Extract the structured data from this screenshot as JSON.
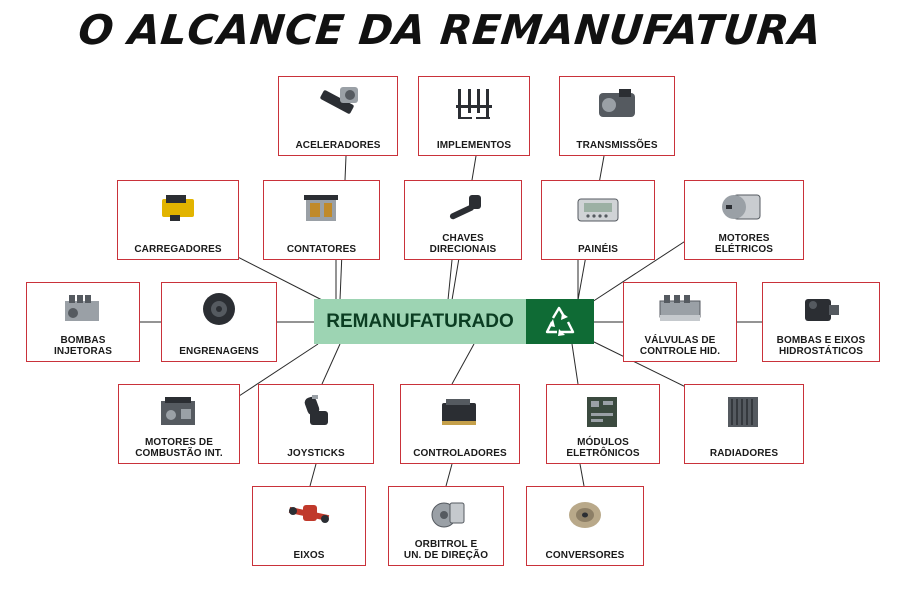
{
  "title": "O ALCANCE DA REMANUFATURA",
  "hub": {
    "label": "REMANUFATURADO",
    "icon": "recycle-icon"
  },
  "colors": {
    "border": "#c9323a",
    "hub_light": "#9dd4b3",
    "hub_dark": "#0f6b35",
    "title": "#111111"
  },
  "items": [
    {
      "id": "aceleradores",
      "label": "ACELERADORES",
      "icon": "accelerator-pedal-icon"
    },
    {
      "id": "implementos",
      "label": "IMPLEMENTOS",
      "icon": "forklift-fork-icon"
    },
    {
      "id": "transmissoes",
      "label": "TRANSMISSÕES",
      "icon": "transmission-icon"
    },
    {
      "id": "carregadores",
      "label": "CARREGADORES",
      "icon": "charger-icon"
    },
    {
      "id": "contatores",
      "label": "CONTATORES",
      "icon": "contactor-icon"
    },
    {
      "id": "chaves-direcionais",
      "label": "CHAVES\nDIRECIONAIS",
      "icon": "directional-switch-icon"
    },
    {
      "id": "paineis",
      "label": "PAINÉIS",
      "icon": "display-panel-icon"
    },
    {
      "id": "motores-eletricos",
      "label": "MOTORES\nELÉTRICOS",
      "icon": "electric-motor-icon"
    },
    {
      "id": "bombas-injetoras",
      "label": "BOMBAS\nINJETORAS",
      "icon": "injection-pump-icon"
    },
    {
      "id": "engrenagens",
      "label": "ENGRENAGENS",
      "icon": "gear-icon"
    },
    {
      "id": "valvulas",
      "label": "VÁLVULAS DE\nCONTROLE HID.",
      "icon": "hydraulic-valve-icon"
    },
    {
      "id": "bombas-eixos",
      "label": "BOMBAS E EIXOS\nHIDROSTÁTICOS",
      "icon": "hydrostatic-pump-icon"
    },
    {
      "id": "motores-combustao",
      "label": "MOTORES DE\nCOMBUSTÃO INT.",
      "icon": "engine-icon"
    },
    {
      "id": "joysticks",
      "label": "JOYSTICKS",
      "icon": "joystick-icon"
    },
    {
      "id": "controladores",
      "label": "CONTROLADORES",
      "icon": "controller-box-icon"
    },
    {
      "id": "modulos",
      "label": "MÓDULOS\nELETRÔNICOS",
      "icon": "circuit-board-icon"
    },
    {
      "id": "radiadores",
      "label": "RADIADORES",
      "icon": "radiator-icon"
    },
    {
      "id": "eixos",
      "label": "EIXOS",
      "icon": "axle-icon"
    },
    {
      "id": "orbitrol",
      "label": "ORBITROL E\nUN. DE DIREÇÃO",
      "icon": "steering-unit-icon"
    },
    {
      "id": "conversores",
      "label": "CONVERSORES",
      "icon": "torque-converter-icon"
    }
  ]
}
